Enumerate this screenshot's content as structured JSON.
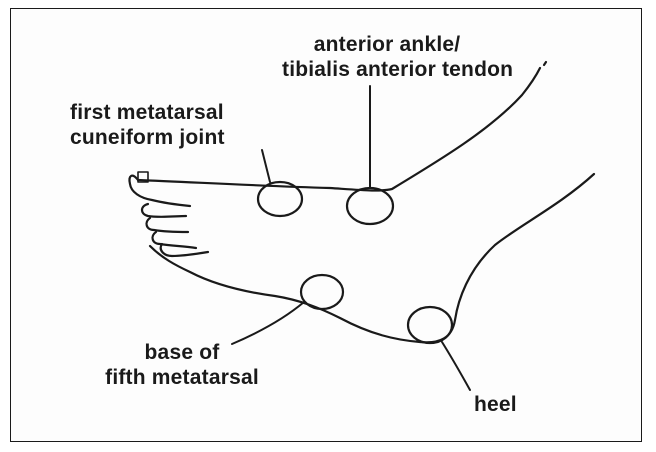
{
  "labels": {
    "ankle_line1": "anterior ankle/",
    "ankle_line2": "tibialis anterior tendon",
    "metatarsal_line1": "first metatarsal",
    "metatarsal_line2": "cuneiform joint",
    "base_line1": "base of",
    "base_line2": "fifth metatarsal",
    "heel": "heel"
  },
  "colors": {
    "ink": "#1a1a1a",
    "background": "#fdfdfd"
  }
}
